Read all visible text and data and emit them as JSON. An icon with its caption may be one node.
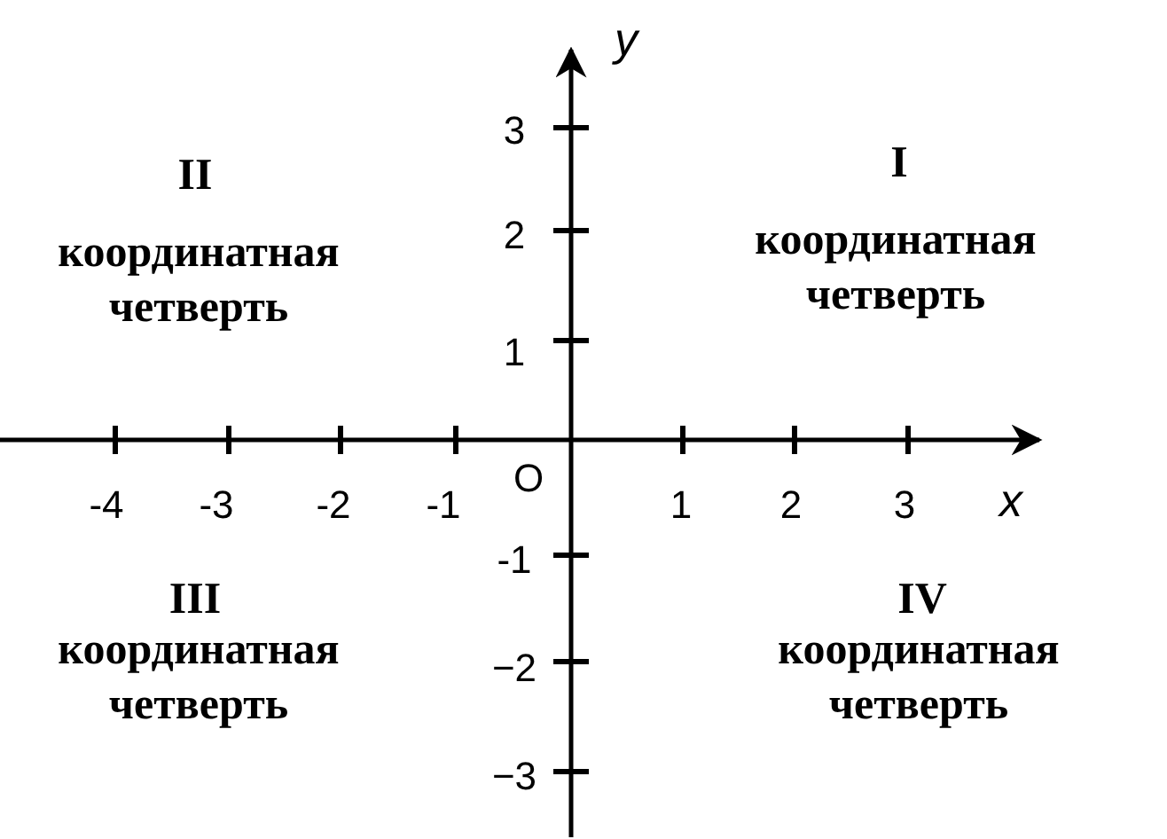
{
  "diagram": {
    "labels": [
      "y",
      "II",
      "координатная четверть",
      "3",
      "I",
      "координатная четверть",
      "2",
      "1",
      "-4",
      "-3",
      "-2",
      "-1",
      "O",
      "1",
      "2",
      "3",
      "x",
      "-1",
      "III",
      "координатная четверть",
      "IV",
      "координатная четверть",
      "−2",
      "−3"
    ]
  }
}
